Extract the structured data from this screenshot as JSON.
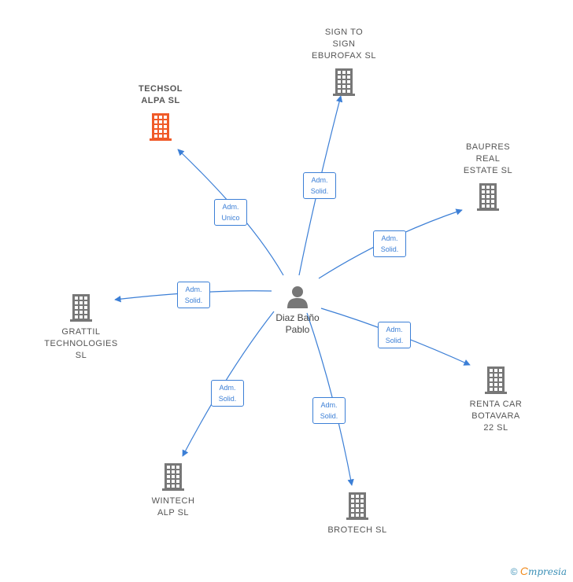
{
  "center": {
    "name": "Diaz Baño\nPablo",
    "icon": "person-icon"
  },
  "companies": [
    {
      "id": "techsol",
      "name": "TECHSOL\nALPA  SL",
      "highlight": true,
      "color": "#f05a28",
      "icon": "building-icon",
      "role": "Adm.\nUnico"
    },
    {
      "id": "signto",
      "name": "SIGN TO\nSIGN\nEBUROFAX  SL",
      "highlight": false,
      "color": "#777777",
      "icon": "building-icon",
      "role": "Adm.\nSolid."
    },
    {
      "id": "baupres",
      "name": "BAUPRES\nREAL\nESTATE  SL",
      "highlight": false,
      "color": "#777777",
      "icon": "building-icon",
      "role": "Adm.\nSolid."
    },
    {
      "id": "grattil",
      "name": "GRATTIL\nTECHNOLOGIES\nSL",
      "highlight": false,
      "color": "#777777",
      "icon": "building-icon",
      "role": "Adm.\nSolid."
    },
    {
      "id": "rentacar",
      "name": "RENTA CAR\nBOTAVARA\n22  SL",
      "highlight": false,
      "color": "#777777",
      "icon": "building-icon",
      "role": "Adm.\nSolid."
    },
    {
      "id": "wintech",
      "name": "WINTECH\nALP  SL",
      "highlight": false,
      "color": "#777777",
      "icon": "building-icon",
      "role": "Adm.\nSolid."
    },
    {
      "id": "brotech",
      "name": "BROTECH  SL",
      "highlight": false,
      "color": "#777777",
      "icon": "building-icon",
      "role": "Adm.\nSolid."
    }
  ],
  "colors": {
    "edge": "#3c7fd6",
    "person": "#777777"
  },
  "footer": {
    "copyright": "©",
    "brand_initial": "C",
    "brand_rest": "mpresia"
  }
}
